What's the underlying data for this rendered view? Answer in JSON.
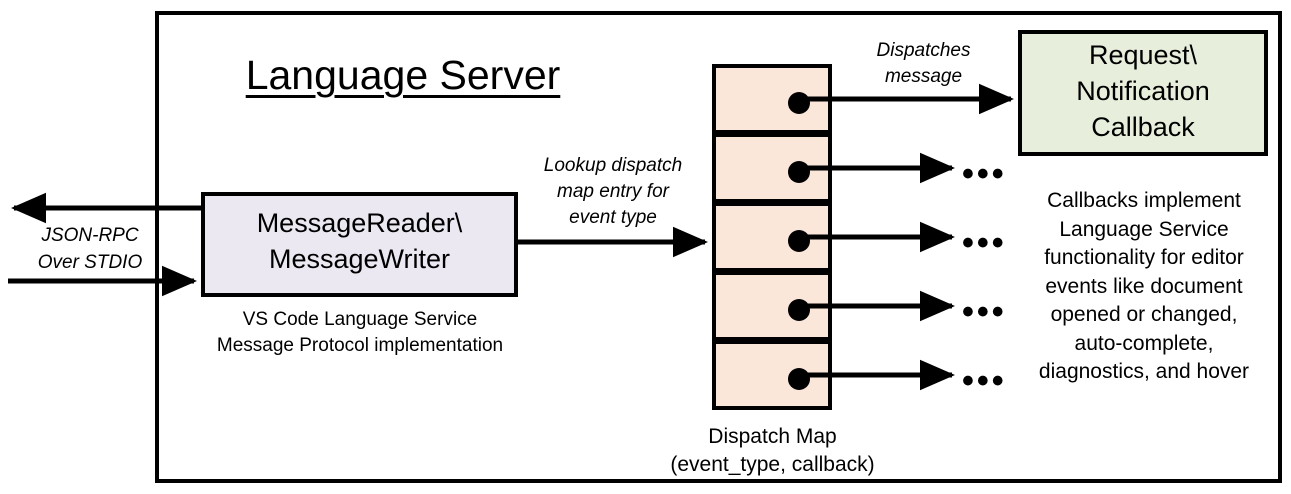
{
  "diagram": {
    "title": "Language Server",
    "frame_label": "language-server-boundary"
  },
  "io": {
    "label": "JSON-RPC\nOver STDIO",
    "inbound_arrow": "inbound-message-arrow",
    "outbound_arrow": "outbound-message-arrow"
  },
  "message_io": {
    "box_label": "MessageReader\\\nMessageWriter",
    "caption": "VS Code Language Service\nMessage Protocol implementation",
    "fill": "#ebe8f2"
  },
  "lookup": {
    "label": "Lookup dispatch\nmap entry for\nevent type"
  },
  "dispatch_map": {
    "caption": "Dispatch Map\n(event_type, callback)",
    "fill": "#fbe6da",
    "row_count": 5,
    "rows": [
      {
        "index": 1,
        "has_dot": true,
        "outgoing": "callback-box"
      },
      {
        "index": 2,
        "has_dot": true,
        "outgoing": "ellipsis"
      },
      {
        "index": 3,
        "has_dot": true,
        "outgoing": "ellipsis"
      },
      {
        "index": 4,
        "has_dot": true,
        "outgoing": "ellipsis"
      },
      {
        "index": 5,
        "has_dot": true,
        "outgoing": "ellipsis"
      }
    ],
    "ellipsis_glyph": "•••"
  },
  "dispatch": {
    "label": "Dispatches\nmessage"
  },
  "callback": {
    "box_label": "Request\\\nNotification\nCallback",
    "caption": "Callbacks implement\nLanguage Service\nfunctionality for editor\nevents like document\nopened or changed,\nauto-complete,\ndiagnostics, and hover",
    "fill": "#e7efdc"
  },
  "colors": {
    "stroke": "#000000",
    "background": "#ffffff"
  }
}
